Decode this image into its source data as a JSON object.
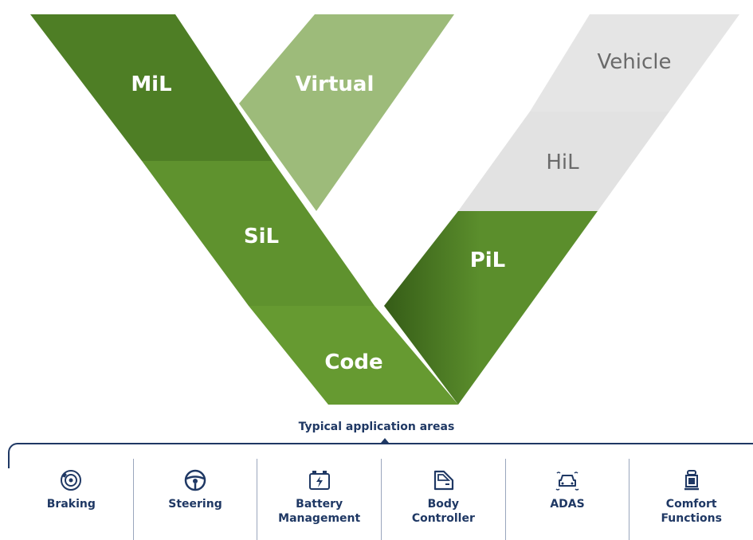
{
  "v_model": {
    "stages": [
      {
        "key": "mil",
        "label": "MiL"
      },
      {
        "key": "virtual",
        "label": "Virtual"
      },
      {
        "key": "vehicle",
        "label": "Vehicle"
      },
      {
        "key": "hil",
        "label": "HiL"
      },
      {
        "key": "sil",
        "label": "SiL"
      },
      {
        "key": "pil",
        "label": "PiL"
      },
      {
        "key": "code",
        "label": "Code"
      }
    ],
    "colors": {
      "mil": "#4e7e25",
      "sil": "#5f922e",
      "code": "#669a31",
      "virtual": "#9dbb7a",
      "pil": "#5b8e2c",
      "vehicle": "#e5e5e5",
      "hil": "#e5e5e5"
    }
  },
  "applications": {
    "heading": "Typical application areas",
    "items": [
      {
        "label": "Braking",
        "icon": "brake-disc-icon"
      },
      {
        "label": "Steering",
        "icon": "steering-wheel-icon"
      },
      {
        "label": "Battery\nManagement",
        "icon": "battery-icon"
      },
      {
        "label": "Body\nController",
        "icon": "car-door-icon"
      },
      {
        "label": "ADAS",
        "icon": "car-sensors-icon"
      },
      {
        "label": "Comfort\nFunctions",
        "icon": "car-seat-icon"
      }
    ]
  }
}
